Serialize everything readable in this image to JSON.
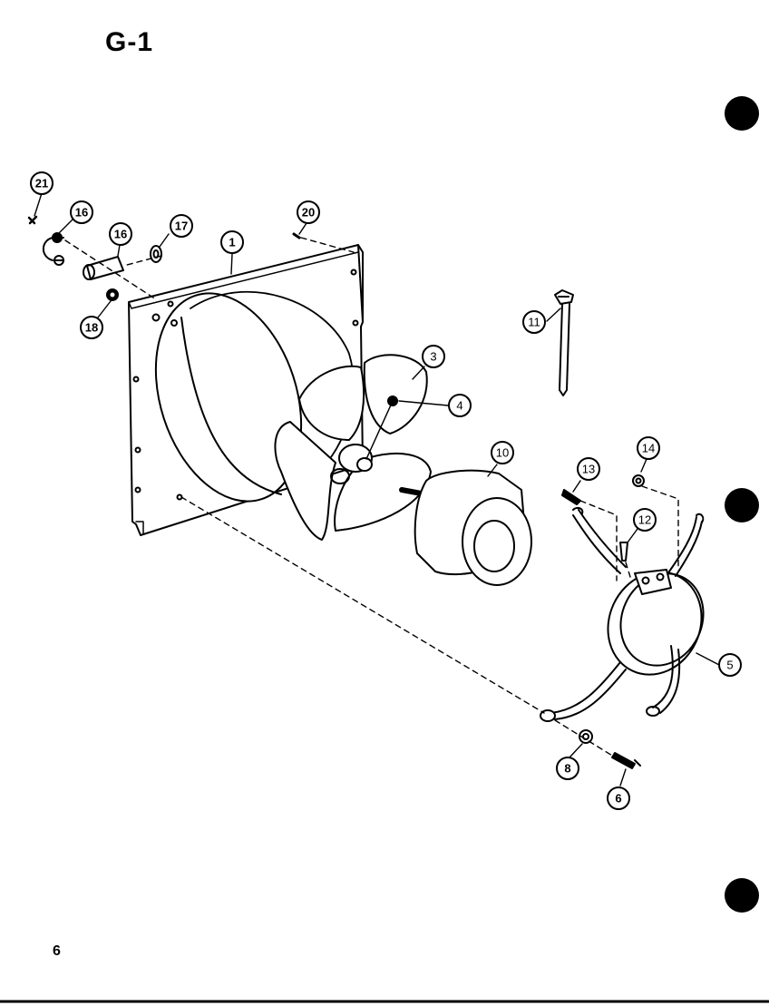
{
  "page": {
    "section_label": "G-1",
    "page_number": "6"
  },
  "callouts": {
    "c21": "21",
    "c16a": "16",
    "c16b": "16",
    "c17": "17",
    "c20": "20",
    "c1": "1",
    "c18": "18",
    "c3": "3",
    "c4": "4",
    "c11": "11",
    "c10": "10",
    "c14": "14",
    "c13": "13",
    "c12": "12",
    "c5": "5",
    "c8": "8",
    "c6": "6"
  },
  "colors": {
    "ink": "#000000",
    "paper": "#ffffff"
  }
}
